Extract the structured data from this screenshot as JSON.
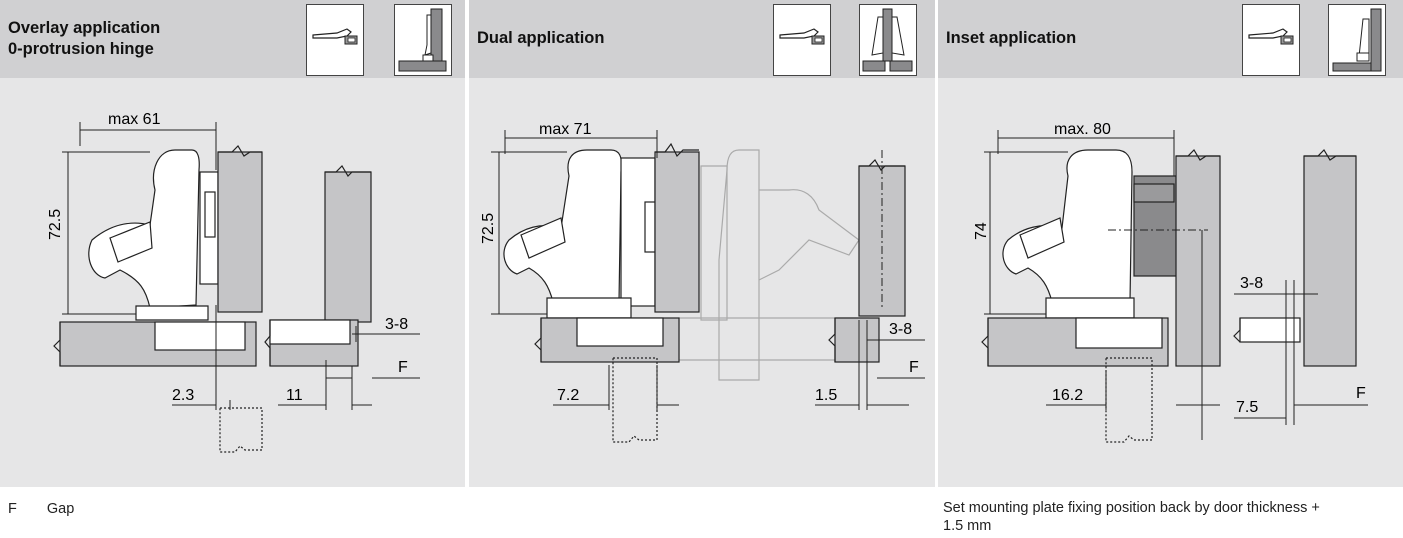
{
  "panels": [
    {
      "title_line1": "Overlay application",
      "title_line2": "0-protrusion hinge",
      "dims": {
        "width": "max 61",
        "height": "72.5",
        "side": "3-8",
        "gap": "F",
        "offset": "2.3",
        "door": "11"
      }
    },
    {
      "title_line1": "Dual application",
      "dims": {
        "width": "max 71",
        "height": "72.5",
        "side": "3-8",
        "gap": "F",
        "offset": "7.2",
        "door": "1.5"
      }
    },
    {
      "title_line1": "Inset application",
      "dims": {
        "width": "max. 80",
        "height": "74",
        "side": "3-8",
        "gap": "F",
        "offset": "16.2",
        "door": "7.5"
      }
    }
  ],
  "footer": {
    "legend_key": "F",
    "legend_value": "Gap",
    "note": "Set mounting plate fixing position back by door thickness + 1.5 mm"
  },
  "colors": {
    "panel_bg": "#e6e6e7",
    "header_bg": "#d0d0d2",
    "part_fill": "#c5c5c7",
    "dark_part": "#8a8a8c"
  }
}
